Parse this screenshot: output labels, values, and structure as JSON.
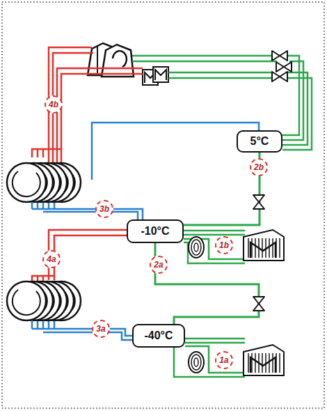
{
  "diagram": {
    "nodes": [
      {
        "text": [
          "5°C"
        ]
      },
      {
        "text": [
          "-10°C"
        ]
      },
      {
        "text": [
          "-40°C"
        ]
      }
    ],
    "edges": [
      {
        "from": 0,
        "to": 1,
        "arrow": "none"
      },
      {
        "from": 1,
        "to": 2,
        "arrow": "none"
      }
    ],
    "labels": [
      "4b",
      "2b",
      "3b",
      "1b",
      "2a",
      "4a",
      "3a",
      "1a"
    ]
  }
}
